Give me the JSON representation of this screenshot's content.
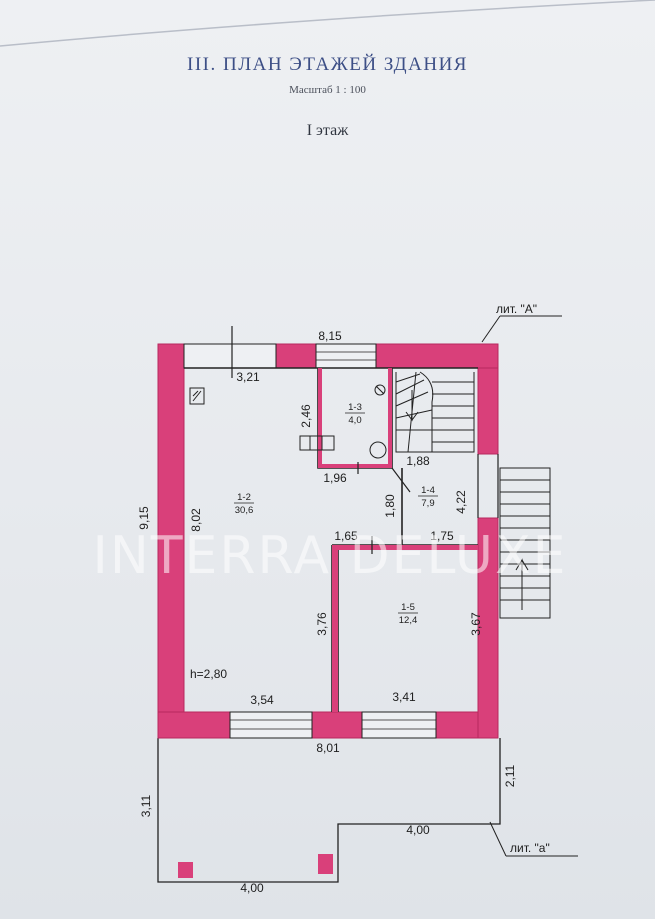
{
  "header": {
    "title": "III. ПЛАН ЭТАЖЕЙ ЗДАНИЯ",
    "scale": "Масштаб 1 : 100",
    "floor": "I этаж"
  },
  "labels": {
    "lit_main": "лит. \"А\"",
    "lit_annex": "лит. \"а\"",
    "ceiling_height": "h=2,80"
  },
  "dimensions": {
    "top_width": "8,15",
    "left_height": "9,15",
    "room_1_2_top": "3,21",
    "room_1_3_height": "2,46",
    "room_1_3_bottom": "1,96",
    "room_1_4_width": "1,88",
    "room_1_4_height": "1,80",
    "room_1_4_right": "4,22",
    "room_1_2_height": "8,02",
    "room_1_5_top_left": "1,65",
    "room_1_5_top_right": "1,75",
    "room_1_5_left": "3,76",
    "room_1_5_right": "3,67",
    "room_1_2_bottom": "3,54",
    "room_1_5_bottom": "3,41",
    "bottom_width": "8,01",
    "annex_right": "2,11",
    "annex_left": "3,11",
    "annex_step": "4,00",
    "annex_bottom": "4,00"
  },
  "rooms": [
    {
      "id": "1-2",
      "area": "30,6"
    },
    {
      "id": "1-3",
      "area": "4,0"
    },
    {
      "id": "1-4",
      "area": "7,9"
    },
    {
      "id": "1-5",
      "area": "12,4"
    }
  ],
  "watermark": "INTERRA DELUXE",
  "colors": {
    "wall": "#d9407a",
    "wall_dark": "#b8285e",
    "line": "#222222",
    "title": "#3d4f86"
  }
}
